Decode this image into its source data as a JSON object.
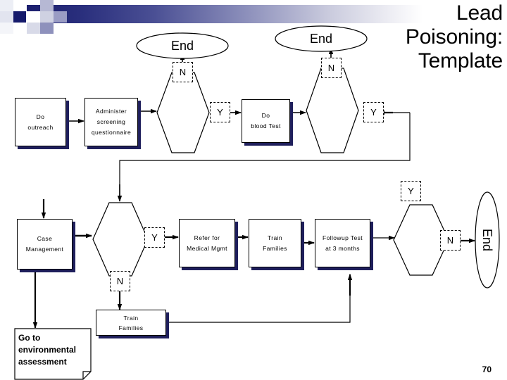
{
  "slide": {
    "title_lines": [
      "Lead",
      "Poisoning:",
      "Template"
    ],
    "page_number": "70",
    "accent_dark": "#1c1f6e",
    "accent_mid": "#8e91bc",
    "accent_light": "#c9cadd",
    "shadow_color": "#1f1f5c"
  },
  "header": {
    "decor_squares": [
      {
        "name": "square-dark-small",
        "color": "#151a6b"
      },
      {
        "name": "square-light-1",
        "color": "#c9cadd"
      },
      {
        "name": "square-light-2",
        "color": "#b3b5d2"
      },
      {
        "name": "square-mid-1",
        "color": "#9a9cc4"
      },
      {
        "name": "square-mid-2",
        "color": "#8e91bc"
      }
    ]
  },
  "flowchart": {
    "terminators": [
      {
        "id": "end-top-left",
        "label": "End",
        "orientation": "horizontal"
      },
      {
        "id": "end-top-right",
        "label": "End",
        "orientation": "horizontal"
      },
      {
        "id": "end-right",
        "label": "End",
        "orientation": "vertical"
      }
    ],
    "processes": [
      {
        "id": "do-outreach",
        "lines": [
          "Do",
          "outreach"
        ]
      },
      {
        "id": "administer-screening-questionnaire",
        "lines": [
          "Administer",
          "screening",
          "questionnaire"
        ]
      },
      {
        "id": "do-blood-test",
        "lines": [
          "Do",
          "blood Test"
        ]
      },
      {
        "id": "case-management",
        "lines": [
          "Case",
          "Management"
        ]
      },
      {
        "id": "refer-for-medical-mgmt",
        "lines": [
          "Refer for",
          "Medical Mgmt"
        ]
      },
      {
        "id": "train-families-top",
        "lines": [
          "Train",
          "Families"
        ]
      },
      {
        "id": "followup-test",
        "lines": [
          "Followup Test",
          "at 3 months"
        ]
      },
      {
        "id": "train-families-bottom",
        "lines": [
          "Train",
          "Families"
        ]
      }
    ],
    "note": {
      "id": "go-to-environmental-assessment",
      "lines": [
        "Go to",
        "environmental",
        "assessment"
      ]
    },
    "decisions": [
      {
        "id": "decision-1",
        "yes": "Y",
        "no": "N"
      },
      {
        "id": "decision-2",
        "yes": "Y",
        "no": "N"
      },
      {
        "id": "decision-3",
        "yes": "Y",
        "no": "N"
      },
      {
        "id": "decision-4",
        "yes": "Y",
        "no": "N"
      }
    ],
    "branch_labels": {
      "d1_no": "N",
      "d1_yes": "Y",
      "d2_no": "N",
      "d2_yes": "Y",
      "d3_yes": "Y",
      "d3_no": "N",
      "d4_yes": "Y",
      "d4_no": "N"
    }
  }
}
